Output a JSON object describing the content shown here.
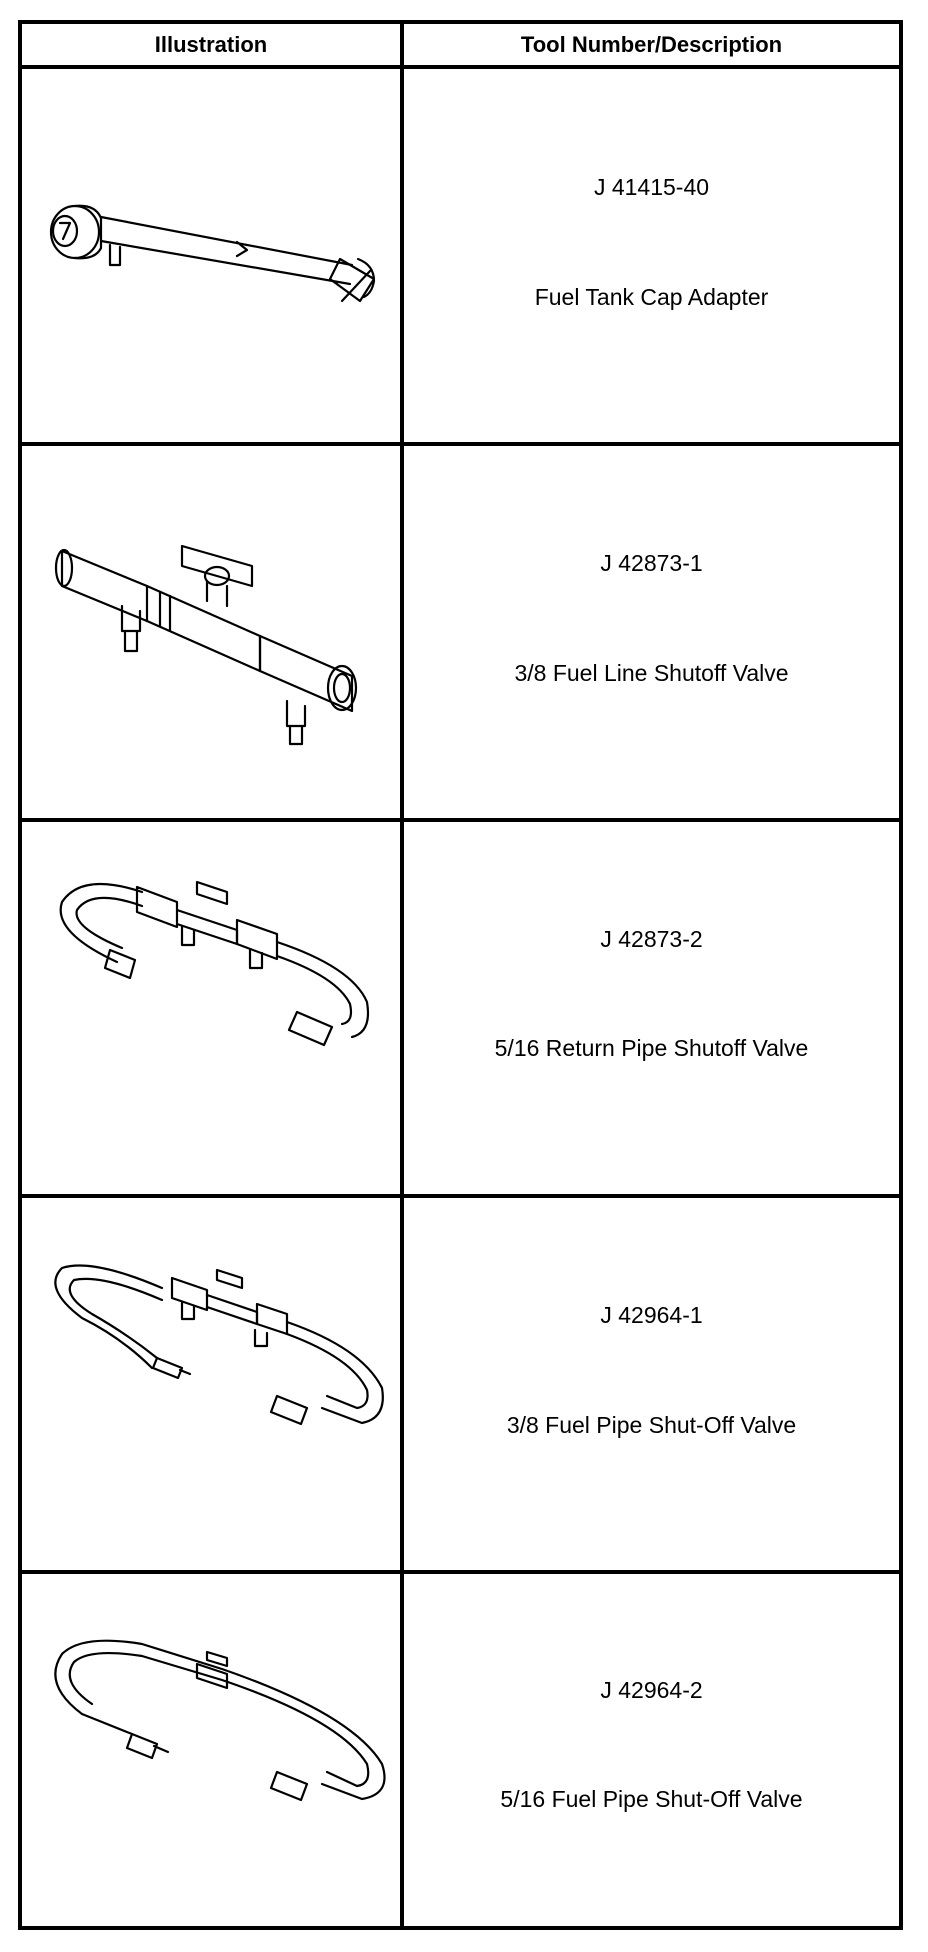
{
  "table": {
    "header": {
      "illustration": "Illustration",
      "description": "Tool Number/Description"
    },
    "rows": [
      {
        "tool_number": "J 41415-40",
        "description": "Fuel Tank Cap Adapter",
        "illustration_icon": "fuel-tank-cap-adapter-illustration"
      },
      {
        "tool_number": "J 42873-1",
        "description": "3/8 Fuel Line Shutoff Valve",
        "illustration_icon": "fuel-line-shutoff-valve-illustration"
      },
      {
        "tool_number": "J 42873-2",
        "description": "5/16 Return Pipe Shutoff Valve",
        "illustration_icon": "return-pipe-shutoff-valve-illustration"
      },
      {
        "tool_number": "J 42964-1",
        "description": "3/8 Fuel Pipe Shut-Off Valve",
        "illustration_icon": "fuel-pipe-shutoff-valve-illustration"
      },
      {
        "tool_number": "J 42964-2",
        "description": "5/16 Fuel Pipe Shut-Off Valve",
        "illustration_icon": "fuel-pipe-shutoff-valve-small-illustration"
      }
    ]
  }
}
